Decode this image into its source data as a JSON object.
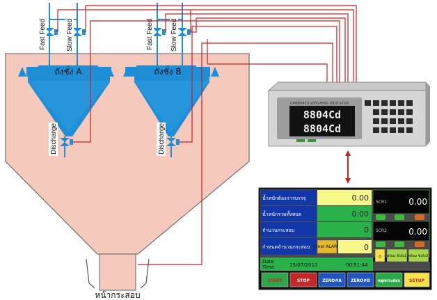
{
  "valves": {
    "fast_feed": "Fast Feed",
    "slow_feed": "Slow Feed",
    "discharge": "Discharge"
  },
  "hoppers": {
    "a_label": "ถังชั่ง A",
    "b_label": "ถังชั่ง B"
  },
  "bottom_label": "หน้ากระสอบ",
  "indicator": {
    "model": "GM8804CS WEIGHING INDICATOR",
    "display_top": "8804Cd",
    "display_bottom": "8804Cd"
  },
  "hmi": {
    "rows": [
      {
        "label": "น้ำหนักต้องการบรรจุ",
        "value": "0.00"
      },
      {
        "label": "น้ำหนักรวมทั้งหมด",
        "value": "0.00"
      },
      {
        "label": "จำนวนกระสอบ",
        "value": "0"
      },
      {
        "label": "กำหนดจำนวนกระสอบ",
        "value": "0"
      }
    ],
    "clear_alarm": "Clear ALARM",
    "scale1_label": "SCR1",
    "scale1_value": "0.00",
    "scale2_label": "SCR2",
    "scale2_value": "0.00",
    "counter": "0",
    "mode1": "พร้อม ชั่งถัง1",
    "mode2": "พร้อม ชั่งถัง2",
    "date_label": "Date",
    "time_label": "Time",
    "date": "15/07/2013",
    "time": "00:51:44",
    "buttons": [
      "START",
      "STOP",
      "ZERO#A",
      "ZERO#B",
      "หยุดกระสอบ",
      "SETUP"
    ]
  },
  "colors": {
    "hopper_fill": "#f6c9bd",
    "hopper_stroke": "#777777",
    "scale_blue": "#1e8fd6",
    "wire_red": "#cc1f1f",
    "hmi_green": "#2bb14a",
    "hmi_blue": "#1237a8",
    "hmi_yellow": "#f7f78a"
  }
}
